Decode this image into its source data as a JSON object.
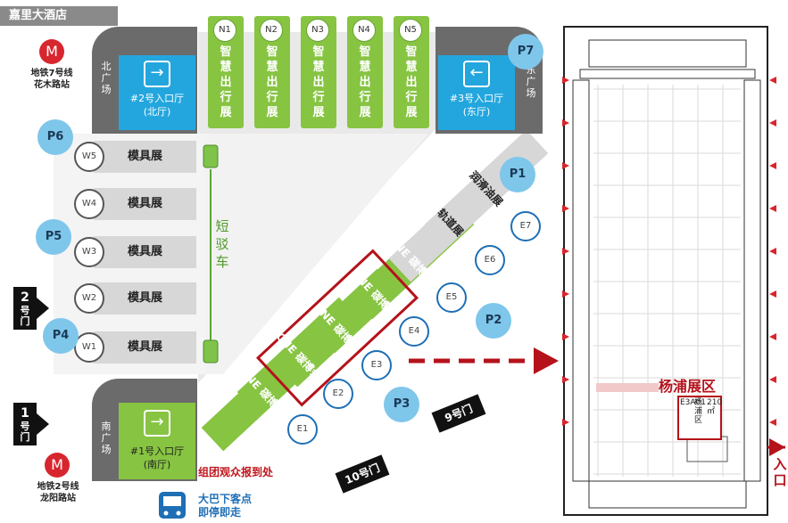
{
  "hotel": "嘉里大酒店",
  "plazas": {
    "north": "北广场",
    "east": "东广场",
    "south": "南广场"
  },
  "halls": {
    "h2": {
      "line1": "#2号入口厅",
      "line2": "(北厅)"
    },
    "h3": {
      "line1": "#3号入口厅",
      "line2": "(东厅)"
    },
    "h1": {
      "line1": "#1号入口厅",
      "line2": "(南厅)"
    }
  },
  "north_halls": [
    {
      "id": "N1",
      "name": "智慧出行展"
    },
    {
      "id": "N2",
      "name": "智慧出行展"
    },
    {
      "id": "N3",
      "name": "智慧出行展"
    },
    {
      "id": "N4",
      "name": "智慧出行展"
    },
    {
      "id": "N5",
      "name": "智慧出行展"
    }
  ],
  "west_halls": [
    {
      "id": "W5",
      "name": "模具展"
    },
    {
      "id": "W4",
      "name": "模具展"
    },
    {
      "id": "W3",
      "name": "模具展"
    },
    {
      "id": "W2",
      "name": "模具展"
    },
    {
      "id": "W1",
      "name": "模具展"
    }
  ],
  "east_halls": [
    {
      "id": "E1",
      "name": "CNE 碳博会"
    },
    {
      "id": "E2",
      "name": "CNE 碳博会"
    },
    {
      "id": "E3",
      "name": "CNE 碳博会"
    },
    {
      "id": "E4",
      "name": "CNE 碳博会"
    },
    {
      "id": "E5",
      "name": "CNE 碳博会"
    },
    {
      "id": "E6",
      "name": "轨道展"
    },
    {
      "id": "E7",
      "name": "润滑油展"
    }
  ],
  "parking": [
    "P1",
    "P2",
    "P3",
    "P4",
    "P5",
    "P6",
    "P7"
  ],
  "shuttle": "短驳车",
  "gates": {
    "g1": {
      "num": "1",
      "word": "号门"
    },
    "g2": {
      "num": "2",
      "word": "号门"
    },
    "g9": "9号门",
    "g10": "10号门"
  },
  "metro": {
    "line7": {
      "line": "地铁7号线",
      "station": "花木路站"
    },
    "line2": {
      "line": "地铁2号线",
      "station": "龙阳路站"
    }
  },
  "group_checkin": "组团观众报到处",
  "bus": {
    "line1": "大巴下客点",
    "line2": "即停即走"
  },
  "zone": "杨浦展区",
  "entrance": "入口",
  "booth": {
    "id": "E3A01",
    "area": "210㎡",
    "name": "杨浦区"
  },
  "colors": {
    "green_hall": "#87c442",
    "grey_hall": "#d7d7d7",
    "entry_blue": "#23a6de",
    "plaza_grey": "#6b6b6b",
    "parking_blue": "#7fc6eb",
    "highlight_red": "#b5121b"
  }
}
